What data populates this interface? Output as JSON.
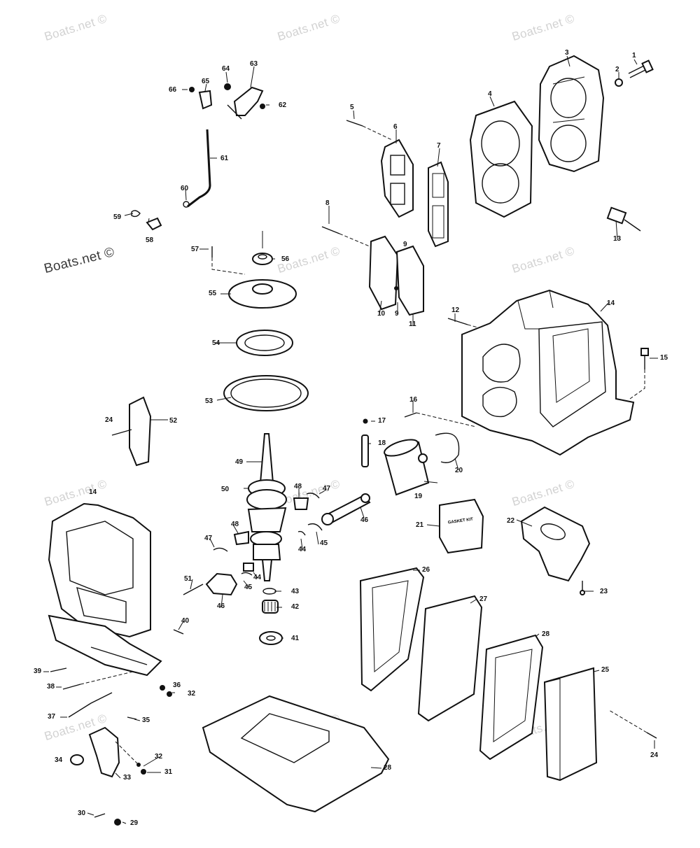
{
  "watermark": "Boats.net ©",
  "kit_label": "GASKET KIT",
  "labels": [
    "1",
    "2",
    "3",
    "4",
    "5",
    "6",
    "7",
    "8",
    "9",
    "10",
    "9",
    "11",
    "12",
    "13",
    "14",
    "15",
    "16",
    "17",
    "18",
    "19",
    "20",
    "21",
    "22",
    "23",
    "24",
    "52",
    "53",
    "54",
    "55",
    "56",
    "57",
    "58",
    "59",
    "60",
    "61",
    "62",
    "63",
    "64",
    "65",
    "66",
    "14",
    "50",
    "49",
    "48",
    "47",
    "46",
    "48",
    "47",
    "45",
    "44",
    "44",
    "51",
    "46",
    "45",
    "43",
    "42",
    "41",
    "40",
    "39",
    "38",
    "37",
    "36",
    "32",
    "35",
    "34",
    "33",
    "32",
    "31",
    "30",
    "29",
    "26",
    "27",
    "28",
    "25",
    "24",
    "28"
  ]
}
